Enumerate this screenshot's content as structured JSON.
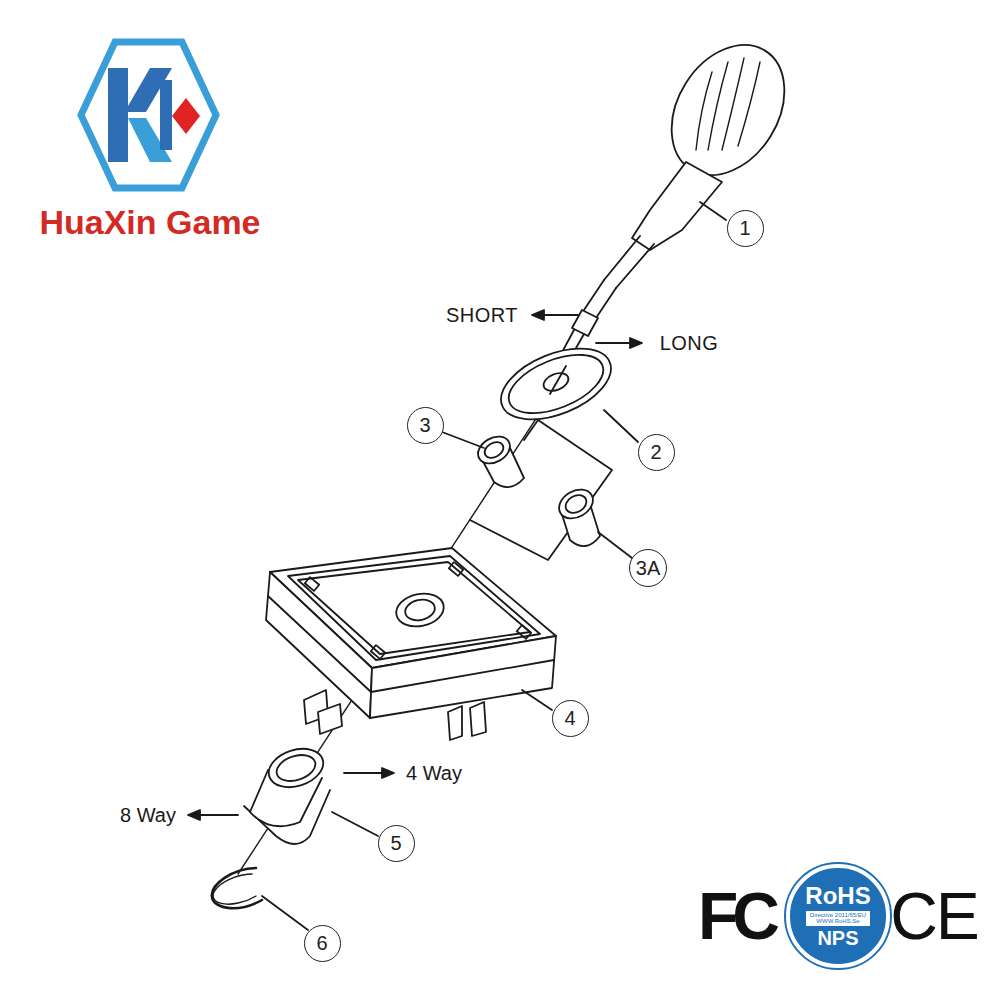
{
  "diagram": {
    "nodes": [
      {
        "text": [
          "1"
        ]
      },
      {
        "text": [
          "2"
        ]
      },
      {
        "text": [
          "3"
        ]
      },
      {
        "text": [
          "3A"
        ]
      },
      {
        "text": [
          "4"
        ]
      },
      {
        "text": [
          "5"
        ]
      },
      {
        "text": [
          "6"
        ]
      },
      {
        "text": [
          "RoHS",
          "Directive 2011/65/EU WWW.RoHS.Se",
          "NPS"
        ]
      }
    ],
    "labels": [
      "HuaXin Game",
      "SHORT",
      "LONG",
      "4 Way",
      "8 Way",
      "FC",
      "CE"
    ]
  }
}
